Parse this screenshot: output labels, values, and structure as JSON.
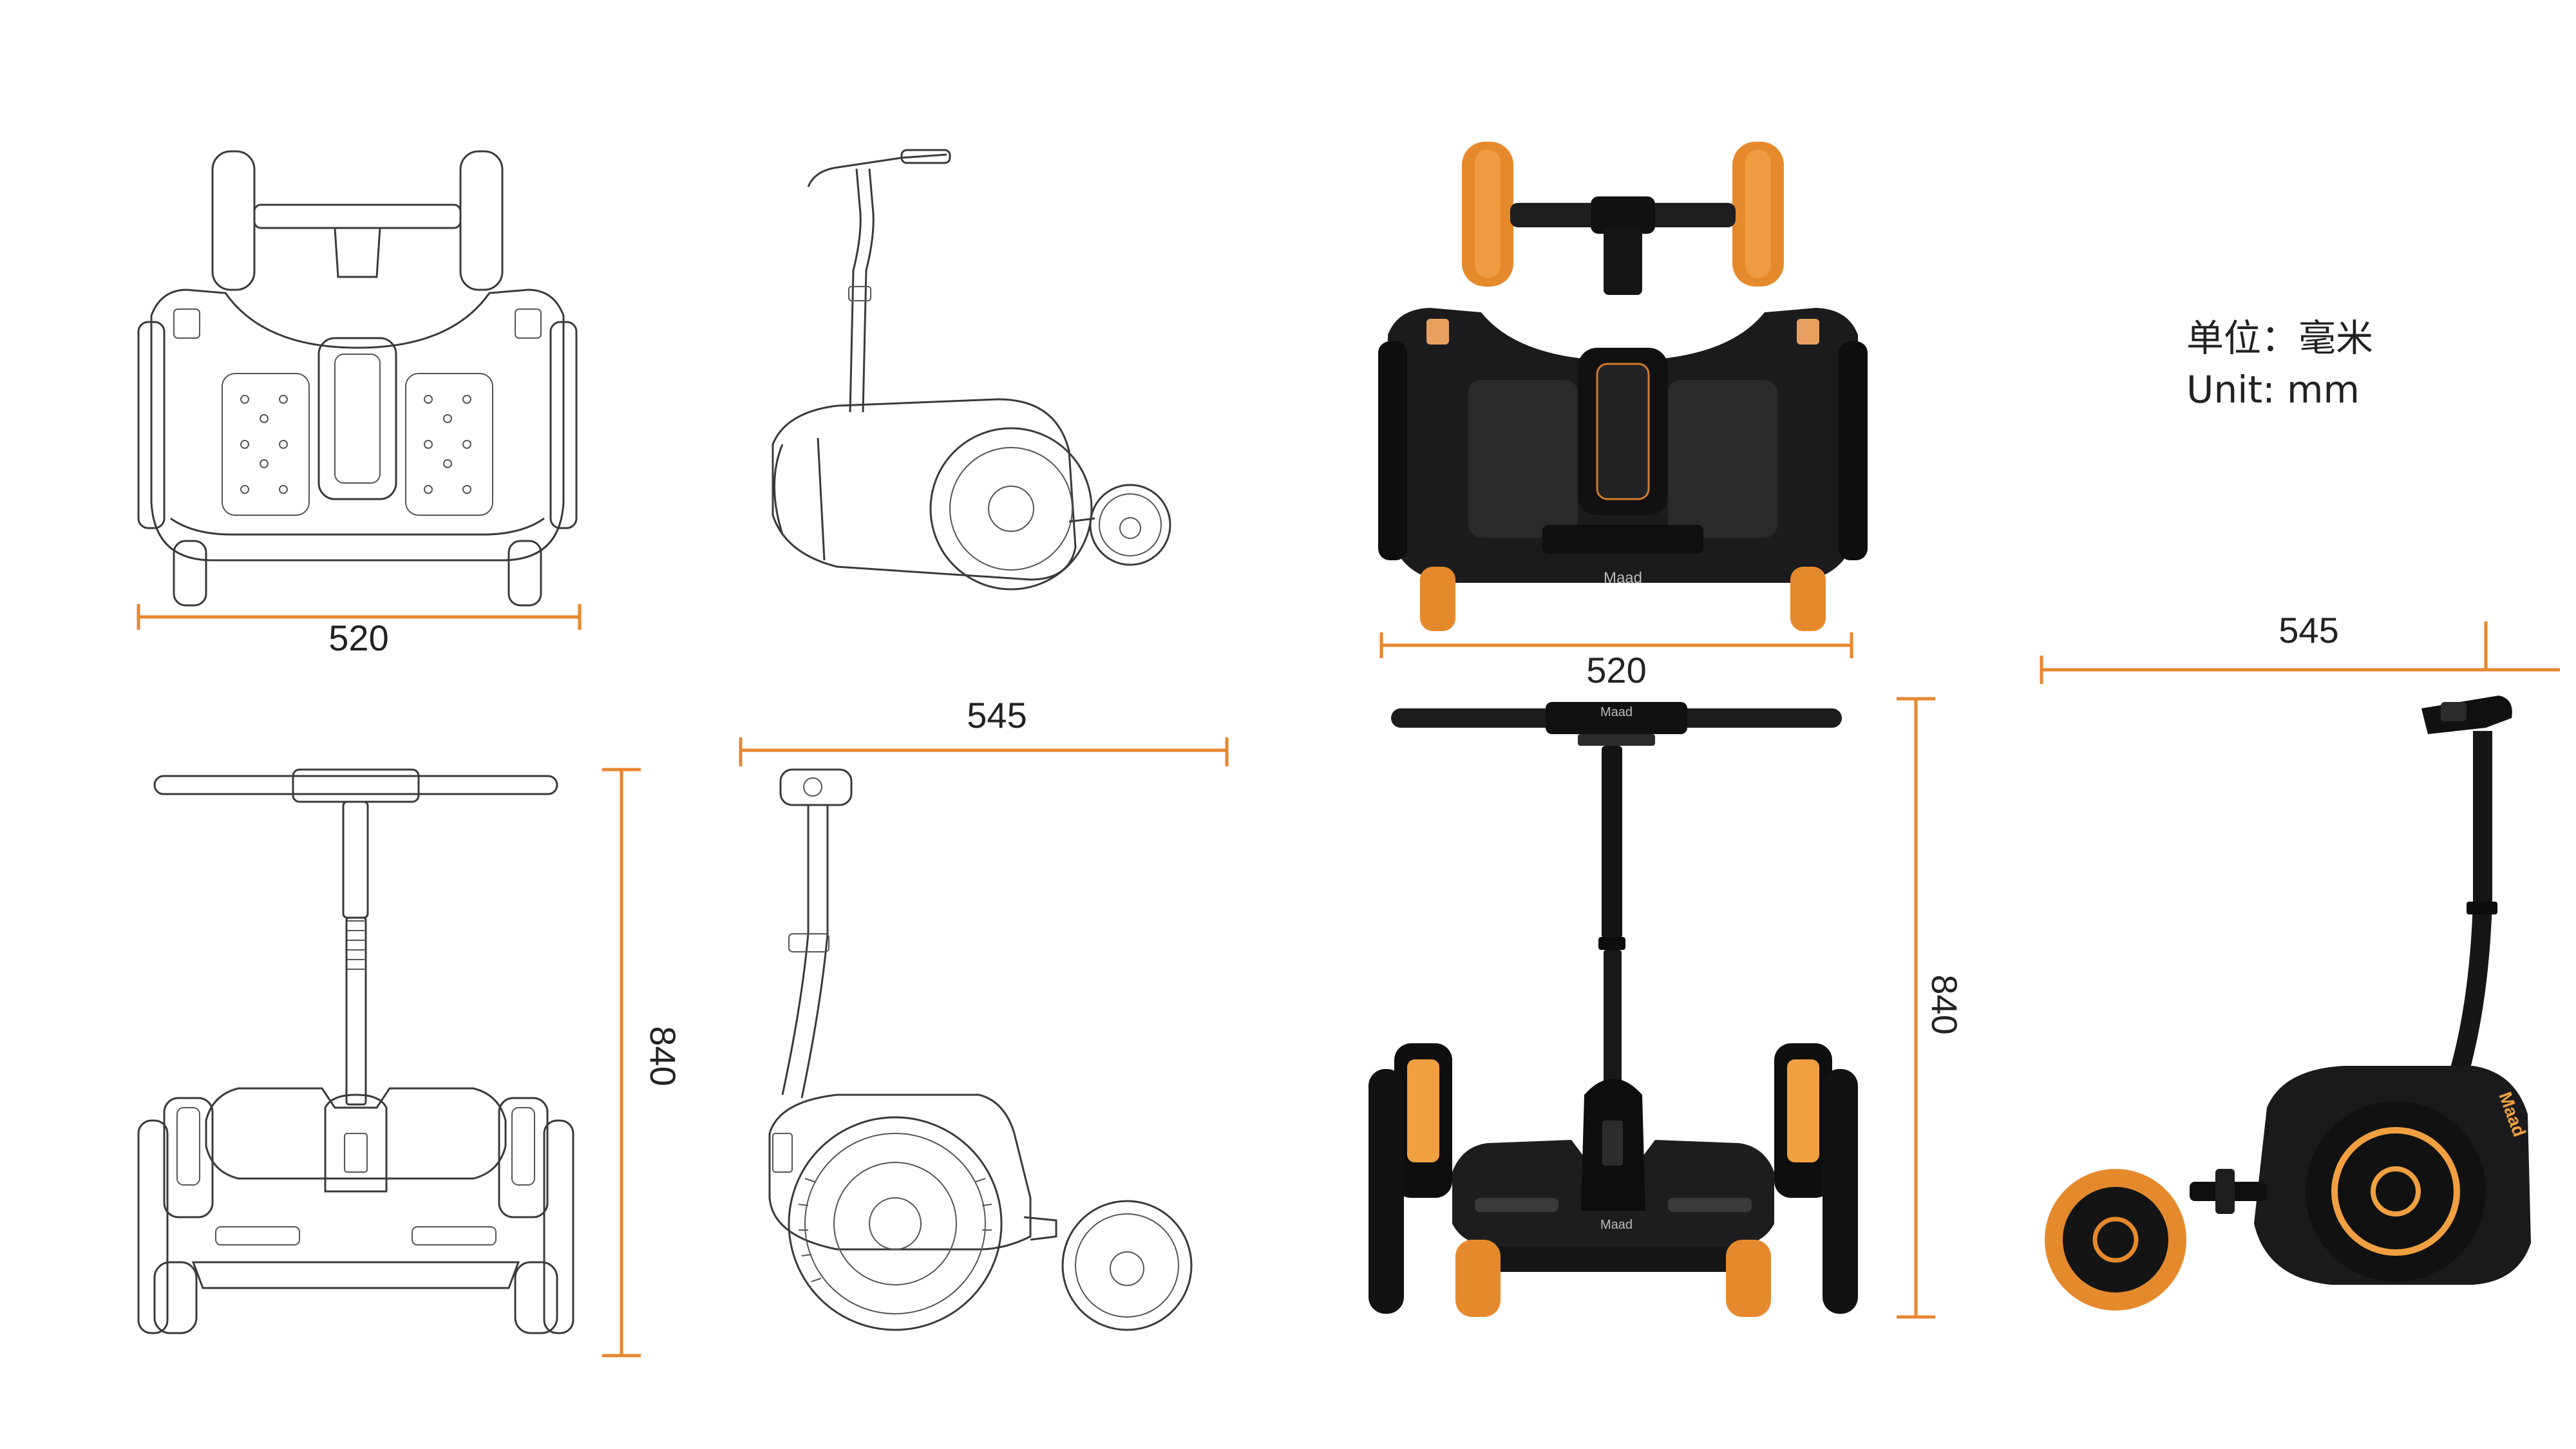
{
  "units": {
    "cn": "单位：毫米",
    "en": "Unit: mm"
  },
  "dimensions": {
    "sketch_top_width": "520",
    "sketch_side_length": "545",
    "sketch_front_height": "840",
    "render_top_width": "520",
    "render_front_height": "840",
    "render_side_length": "545"
  },
  "brand": "Maad",
  "colors": {
    "dimension_line": "#e8872f",
    "body": "#1c1c1e",
    "accent": "#f0a040",
    "tire_orange": "#e58a2c"
  }
}
